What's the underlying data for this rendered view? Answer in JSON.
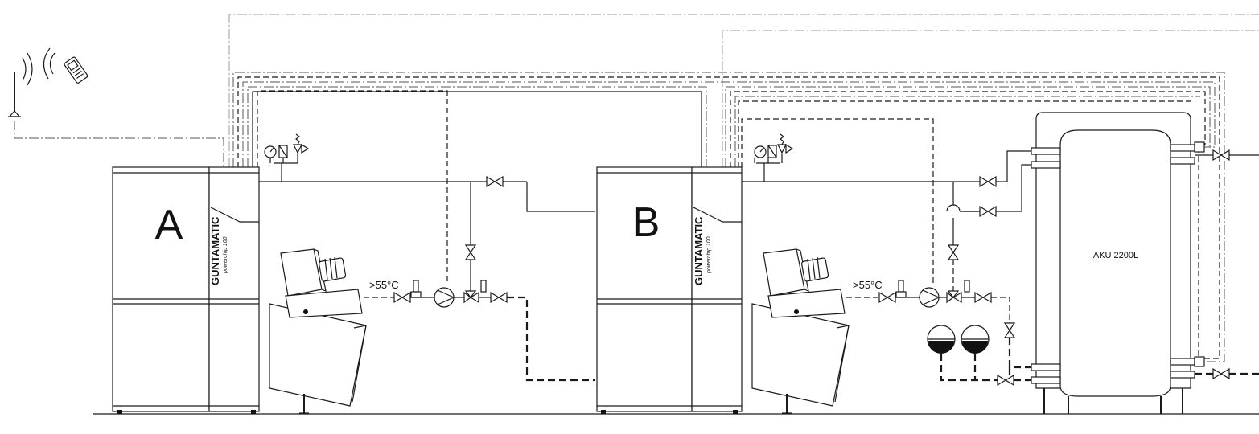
{
  "boilers": [
    {
      "label": "A",
      "brand": "GUNTAMATIC",
      "model": "powerchip 100"
    },
    {
      "label": "B",
      "brand": "GUNTAMATIC",
      "model": "powerchip 100"
    }
  ],
  "return_temperature_label": ">55°C",
  "tank_label": "AKU 2200L"
}
